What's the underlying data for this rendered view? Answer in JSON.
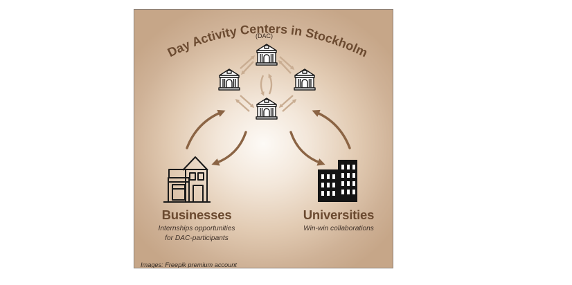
{
  "title": "Day Activity Centers in Stockholm",
  "subtitle": "(DAC)",
  "nodes": {
    "businesses": {
      "title": "Businesses",
      "description_line1": "Internships opportunities",
      "description_line2": "for DAC-participants",
      "icon": "house-shop-icon"
    },
    "universities": {
      "title": "Universities",
      "description": "Win-win collaborations",
      "icon": "office-towers-icon"
    },
    "dac_cluster": {
      "icon": "classical-building-icon",
      "count": 4
    }
  },
  "credit": "Images: Freepik premium account",
  "colors": {
    "arrow": "#8b6444",
    "inner_arrow": "#c9ad92",
    "title_text": "#6b4a30",
    "panel_edge": "#c6a688"
  }
}
